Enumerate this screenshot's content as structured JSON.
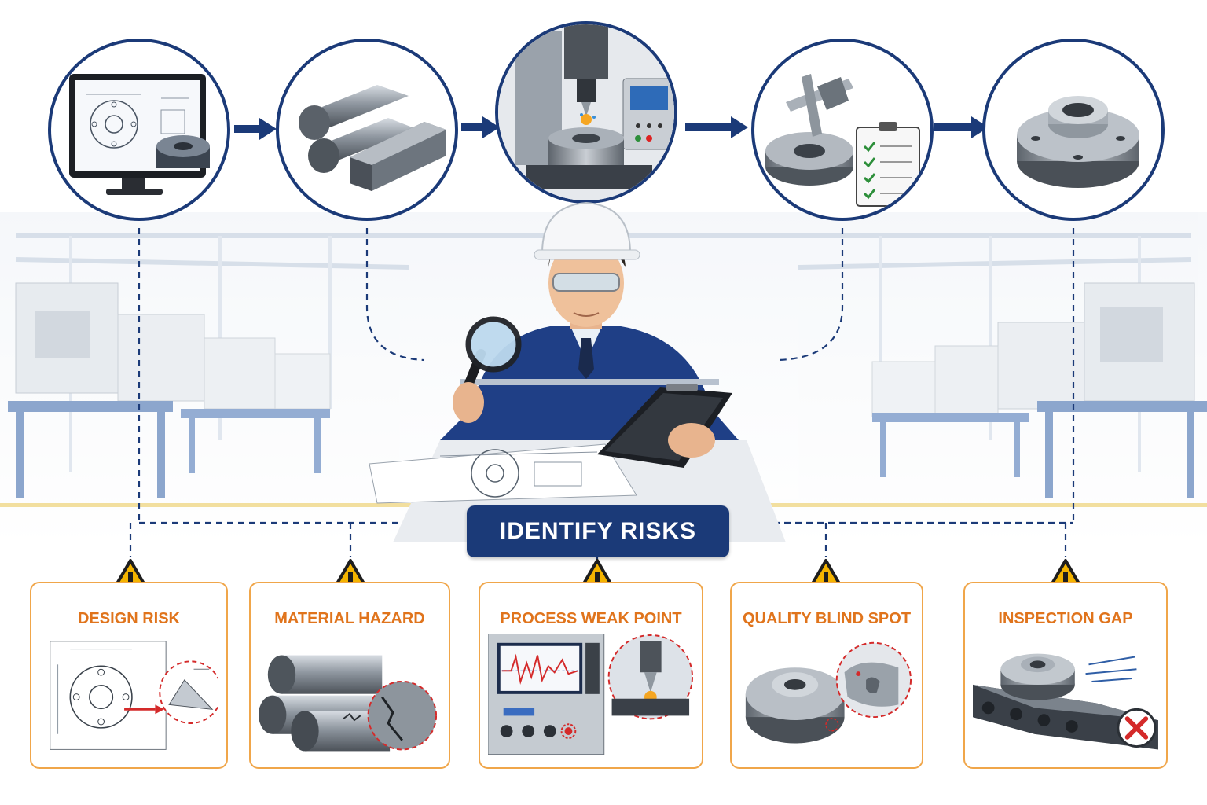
{
  "banner": {
    "label": "IDENTIFY RISKS"
  },
  "process_steps": [
    {
      "id": "design",
      "icon": "cad-monitor-icon"
    },
    {
      "id": "material",
      "icon": "metal-stock-icon"
    },
    {
      "id": "machining",
      "icon": "cnc-mill-icon"
    },
    {
      "id": "measurement",
      "icon": "caliper-checklist-icon"
    },
    {
      "id": "finished",
      "icon": "flange-part-icon"
    }
  ],
  "risks": [
    {
      "title": "DESIGN RISK",
      "icon": "warning-icon"
    },
    {
      "title": "MATERIAL HAZARD",
      "icon": "warning-icon"
    },
    {
      "title": "PROCESS WEAK POINT",
      "icon": "warning-icon"
    },
    {
      "title": "QUALITY BLIND SPOT",
      "icon": "warning-icon"
    },
    {
      "title": "INSPECTION GAP",
      "icon": "warning-icon"
    }
  ],
  "colors": {
    "navy": "#1b3a78",
    "accent_orange": "#e0741c",
    "card_border": "#f0a64a",
    "warning_yellow": "#f4b400",
    "alert_red": "#d42a2a"
  }
}
